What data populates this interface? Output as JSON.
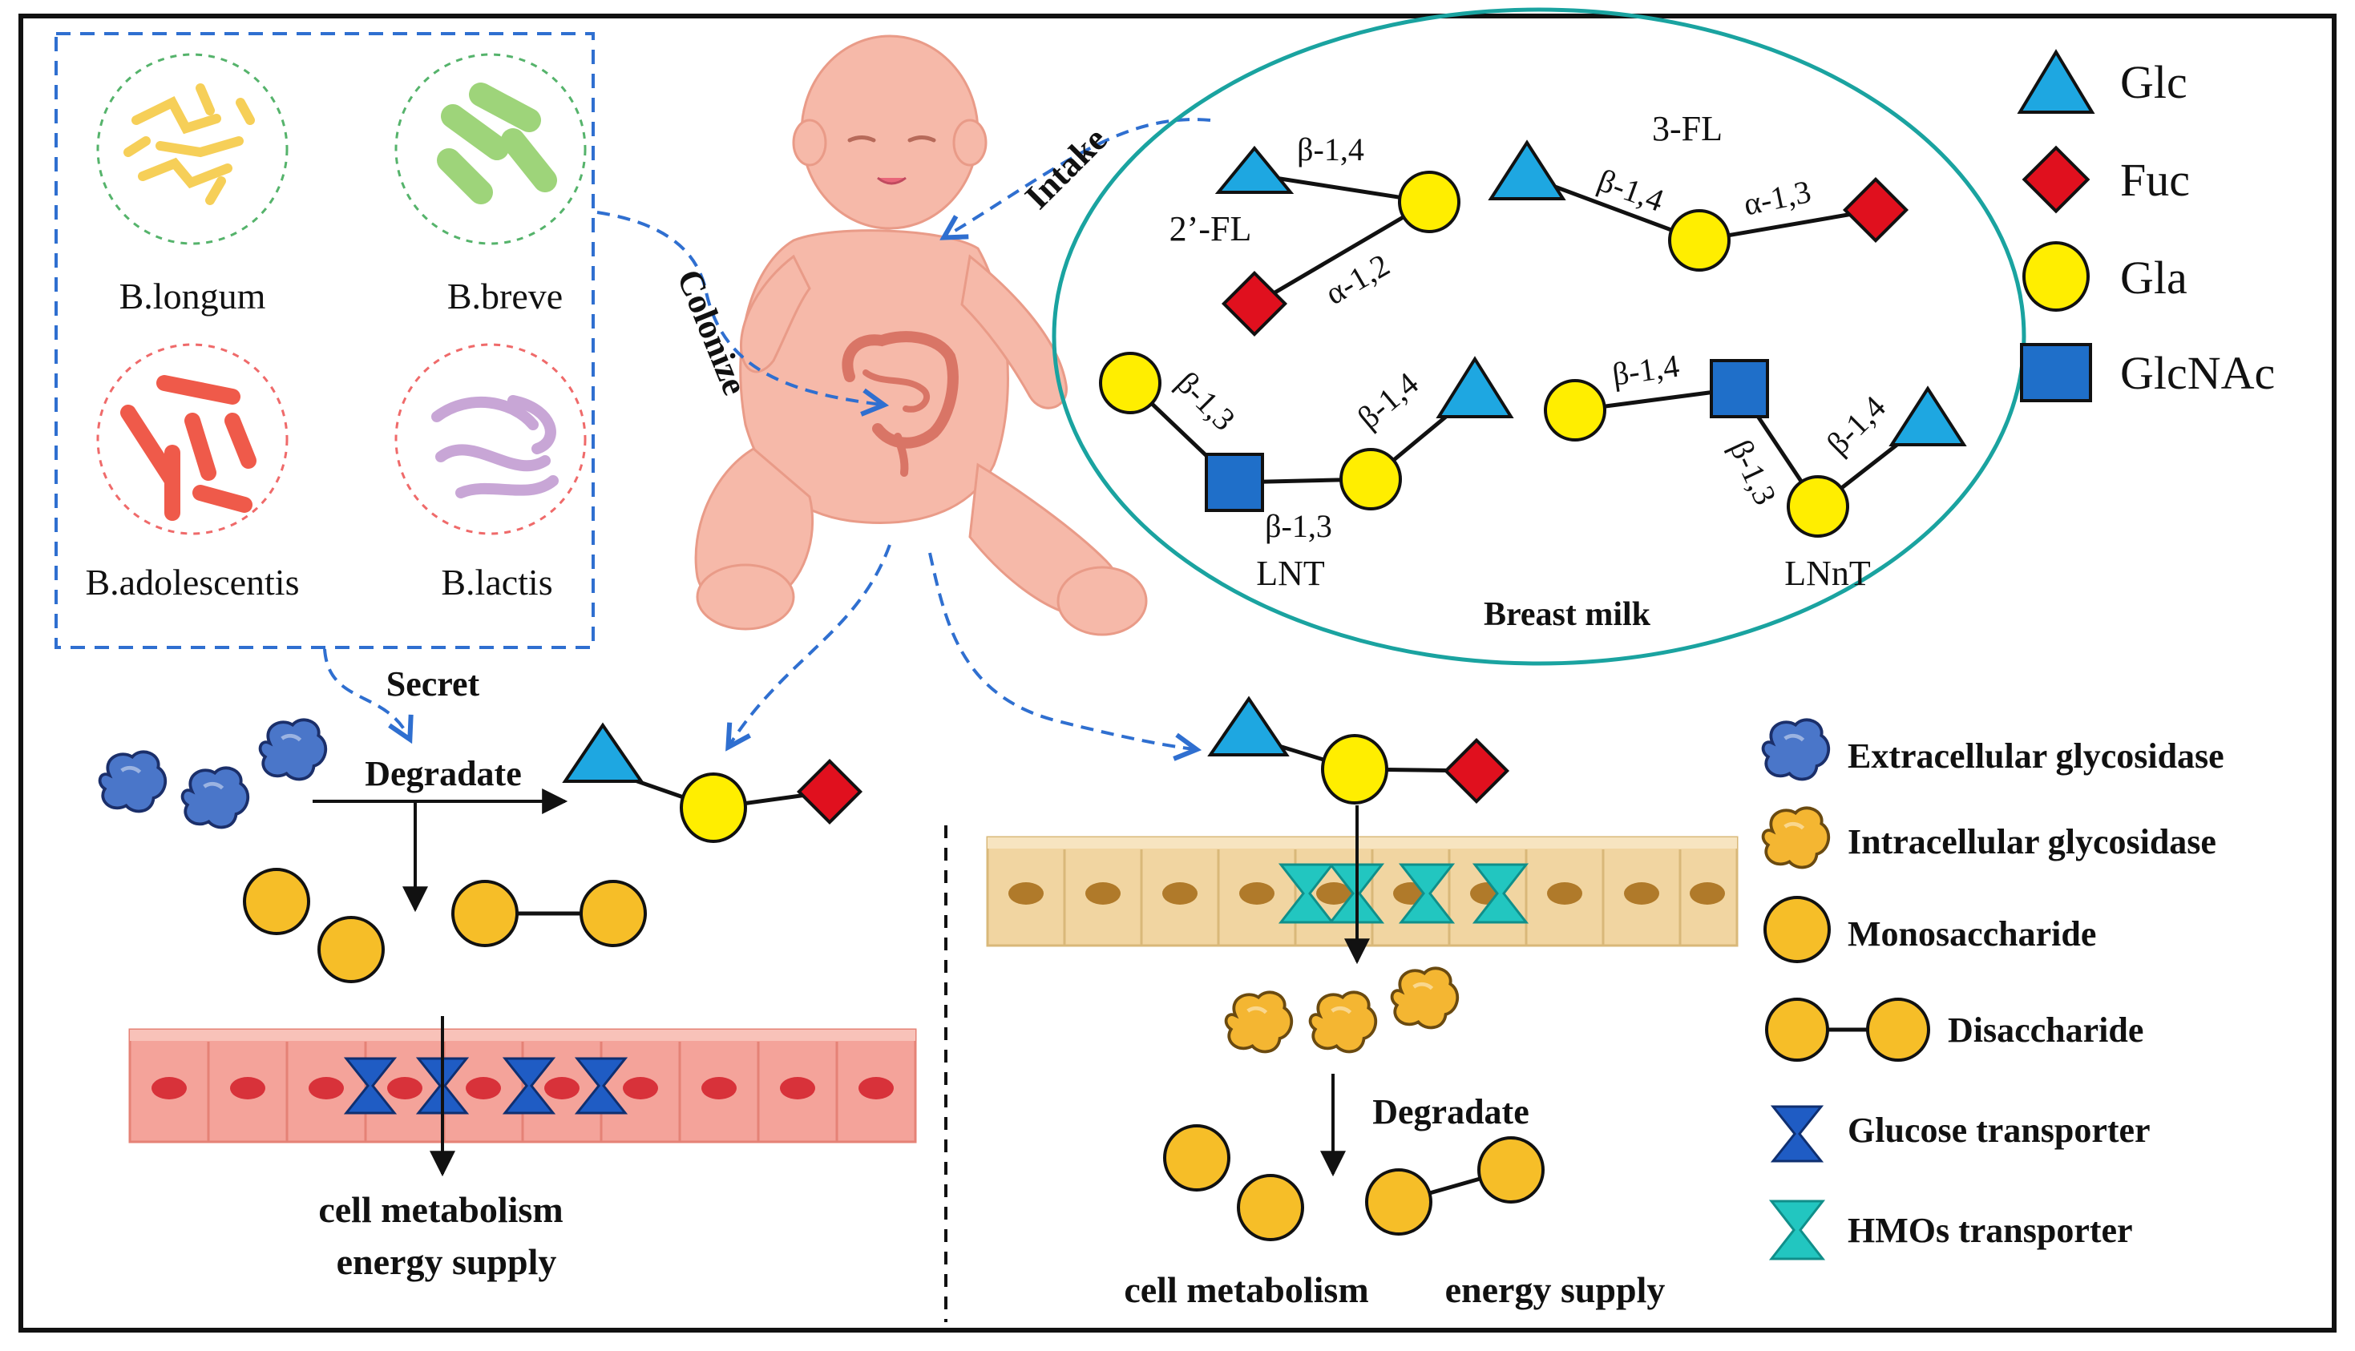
{
  "bacteria": [
    {
      "label": "B.longum",
      "color": "#f6cf58",
      "ring": "#55b36b"
    },
    {
      "label": "B.breve",
      "color": "#9ed47a",
      "ring": "#55b36b"
    },
    {
      "label": "B.adolescentis",
      "color": "#ef5a4a",
      "ring": "#ef6a6a"
    },
    {
      "label": "B.lactis",
      "color": "#c8a6d6",
      "ring": "#ef6a6a"
    }
  ],
  "arrows": {
    "intake": "Intake",
    "colonize": "Colonize",
    "secret": "Secret",
    "degradate_left": "Degradate",
    "degradate_right": "Degradate"
  },
  "hmos": {
    "title": "Breast milk",
    "fl2": {
      "name": "2’-FL",
      "link1": "β-1,4",
      "link2": "α-1,2"
    },
    "fl3": {
      "name": "3-FL",
      "link1": "β-1,4",
      "link2": "α-1,3"
    },
    "lnt": {
      "name": "LNT",
      "link1": "β-1,3",
      "link2": "β-1,3",
      "link3": "β-1,4"
    },
    "lnnt": {
      "name": "LNnT",
      "link1": "β-1,4",
      "link2": "β-1,3",
      "link3": "β-1,4"
    }
  },
  "sugar_legend": [
    {
      "label": "Glc",
      "shape": "triangle",
      "color": "#1ea7e1"
    },
    {
      "label": "Fuc",
      "shape": "diamond",
      "color": "#e0101e"
    },
    {
      "label": "Gla",
      "shape": "circle",
      "color": "#ffee00"
    },
    {
      "label": "GlcNAc",
      "shape": "square",
      "color": "#1f6fc9"
    }
  ],
  "process_legend": [
    {
      "label": "Extracellular glycosidase",
      "icon": "blue-enzyme-icon"
    },
    {
      "label": "Intracellular  glycosidase",
      "icon": "orange-enzyme-icon"
    },
    {
      "label": "Monosaccharide",
      "icon": "monosaccharide-icon"
    },
    {
      "label": "Disaccharide",
      "icon": "disaccharide-icon"
    },
    {
      "label": "Glucose transporter",
      "icon": "glucose-transporter-icon"
    },
    {
      "label": "HMOs transporter",
      "icon": "hmos-transporter-icon"
    }
  ],
  "outcomes": {
    "left_line1": "cell metabolism",
    "left_line2": "energy supply",
    "right_a": "cell metabolism",
    "right_b": "energy supply"
  },
  "colors": {
    "border": "#111111",
    "dashed_blue": "#2f6fd0",
    "ellipse": "#1aa3a0",
    "enzyme_blue": "#4a76c9",
    "enzyme_orange": "#f4b632",
    "mono": "#f6be28",
    "glucose_transporter": "#1f5cc4",
    "hmos_transporter": "#22c6c0",
    "red_cells": "#f4a39a",
    "yellow_cells": "#f1d5a1",
    "baby": "#f6b9a9"
  }
}
